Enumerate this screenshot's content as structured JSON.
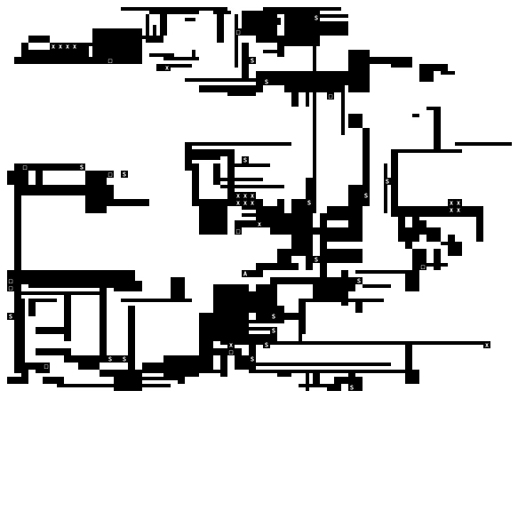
{
  "colors": {
    "background": "#ffffff",
    "wall": "#000000",
    "marker": "#ffffff"
  },
  "glyphs": {
    "stair": "S",
    "door": "A",
    "cross": "x",
    "box": "□"
  },
  "map": {
    "cell_size": 4,
    "walls": [
      [
        34,
        2,
        30,
        1
      ],
      [
        74,
        2,
        22,
        1
      ],
      [
        42,
        3,
        14,
        1
      ],
      [
        60,
        3,
        5,
        1
      ],
      [
        68,
        3,
        16,
        1
      ],
      [
        84,
        3,
        6,
        1
      ],
      [
        86,
        4,
        12,
        1
      ],
      [
        41,
        4,
        1,
        7
      ],
      [
        45,
        4,
        2,
        6
      ],
      [
        52,
        5,
        3,
        1
      ],
      [
        61,
        4,
        2,
        8
      ],
      [
        66,
        4,
        1,
        15
      ],
      [
        68,
        4,
        10,
        6
      ],
      [
        73,
        5,
        6,
        2
      ],
      [
        80,
        4,
        10,
        9
      ],
      [
        90,
        6,
        8,
        4
      ],
      [
        40,
        10,
        6,
        1
      ],
      [
        41,
        11,
        5,
        1
      ],
      [
        43,
        7,
        1,
        3
      ],
      [
        8,
        10,
        6,
        2
      ],
      [
        26,
        8,
        14,
        10
      ],
      [
        14,
        12,
        12,
        1
      ],
      [
        6,
        12,
        2,
        5
      ],
      [
        8,
        14,
        14,
        2
      ],
      [
        4,
        16,
        22,
        2
      ],
      [
        22,
        12,
        3,
        6
      ],
      [
        42,
        15,
        7,
        1
      ],
      [
        46,
        16,
        10,
        1
      ],
      [
        54,
        14,
        1,
        3
      ],
      [
        48,
        18,
        6,
        1
      ],
      [
        44,
        18,
        2,
        2
      ],
      [
        66,
        14,
        1,
        4
      ],
      [
        68,
        12,
        2,
        10
      ],
      [
        72,
        10,
        10,
        2
      ],
      [
        74,
        14,
        6,
        1
      ],
      [
        78,
        12,
        2,
        4
      ],
      [
        88,
        10,
        1,
        50
      ],
      [
        98,
        14,
        6,
        12
      ],
      [
        104,
        16,
        12,
        2
      ],
      [
        110,
        16,
        6,
        3
      ],
      [
        118,
        18,
        8,
        2
      ],
      [
        124,
        20,
        4,
        1
      ],
      [
        118,
        20,
        4,
        3
      ],
      [
        72,
        20,
        28,
        4
      ],
      [
        52,
        22,
        20,
        1
      ],
      [
        56,
        24,
        18,
        2
      ],
      [
        64,
        26,
        8,
        1
      ],
      [
        80,
        24,
        16,
        2
      ],
      [
        96,
        24,
        1,
        14
      ],
      [
        82,
        26,
        2,
        4
      ],
      [
        86,
        26,
        1,
        4
      ],
      [
        98,
        32,
        4,
        4
      ],
      [
        102,
        36,
        2,
        20
      ],
      [
        116,
        32,
        2,
        1
      ],
      [
        120,
        30,
        4,
        1
      ],
      [
        122,
        31,
        2,
        12
      ],
      [
        110,
        42,
        20,
        1
      ],
      [
        128,
        40,
        16,
        1
      ],
      [
        110,
        43,
        2,
        18
      ],
      [
        108,
        46,
        1,
        14
      ],
      [
        52,
        40,
        2,
        8
      ],
      [
        52,
        40,
        30,
        1
      ],
      [
        54,
        42,
        10,
        2
      ],
      [
        54,
        44,
        8,
        1
      ],
      [
        54,
        46,
        2,
        12
      ],
      [
        60,
        46,
        2,
        6
      ],
      [
        64,
        42,
        2,
        14
      ],
      [
        66,
        46,
        10,
        1
      ],
      [
        62,
        50,
        12,
        1
      ],
      [
        62,
        52,
        18,
        1
      ],
      [
        66,
        54,
        6,
        1
      ],
      [
        64,
        56,
        2,
        2
      ],
      [
        56,
        56,
        8,
        10
      ],
      [
        68,
        56,
        6,
        3
      ],
      [
        74,
        58,
        6,
        2
      ],
      [
        78,
        56,
        2,
        10
      ],
      [
        82,
        56,
        4,
        16
      ],
      [
        86,
        50,
        2,
        26
      ],
      [
        68,
        60,
        18,
        1
      ],
      [
        72,
        58,
        4,
        4
      ],
      [
        66,
        62,
        20,
        2
      ],
      [
        76,
        60,
        6,
        6
      ],
      [
        84,
        60,
        2,
        8
      ],
      [
        88,
        64,
        12,
        2
      ],
      [
        90,
        66,
        12,
        2
      ],
      [
        90,
        70,
        12,
        2
      ],
      [
        88,
        72,
        14,
        2
      ],
      [
        92,
        58,
        10,
        4
      ],
      [
        90,
        60,
        2,
        20
      ],
      [
        98,
        52,
        6,
        6
      ],
      [
        98,
        60,
        4,
        8
      ],
      [
        112,
        58,
        24,
        3
      ],
      [
        112,
        58,
        2,
        10
      ],
      [
        114,
        66,
        2,
        4
      ],
      [
        116,
        60,
        2,
        8
      ],
      [
        118,
        62,
        2,
        4
      ],
      [
        120,
        64,
        4,
        4
      ],
      [
        124,
        68,
        6,
        1
      ],
      [
        126,
        66,
        2,
        6
      ],
      [
        128,
        68,
        2,
        4
      ],
      [
        116,
        70,
        4,
        6
      ],
      [
        122,
        70,
        2,
        6
      ],
      [
        118,
        74,
        8,
        1
      ],
      [
        130,
        58,
        6,
        2
      ],
      [
        134,
        60,
        2,
        8
      ],
      [
        114,
        64,
        6,
        2
      ],
      [
        4,
        46,
        20,
        2
      ],
      [
        2,
        48,
        6,
        4
      ],
      [
        10,
        48,
        2,
        6
      ],
      [
        4,
        52,
        24,
        3
      ],
      [
        24,
        48,
        6,
        12
      ],
      [
        28,
        52,
        4,
        6
      ],
      [
        30,
        56,
        12,
        2
      ],
      [
        4,
        55,
        2,
        50
      ],
      [
        2,
        76,
        18,
        4
      ],
      [
        20,
        76,
        18,
        3
      ],
      [
        26,
        78,
        10,
        3
      ],
      [
        34,
        79,
        6,
        1
      ],
      [
        8,
        79,
        20,
        2
      ],
      [
        4,
        82,
        26,
        1
      ],
      [
        6,
        84,
        1,
        20
      ],
      [
        8,
        84,
        8,
        1
      ],
      [
        8,
        85,
        2,
        4
      ],
      [
        18,
        82,
        2,
        14
      ],
      [
        10,
        92,
        10,
        2
      ],
      [
        28,
        80,
        2,
        22
      ],
      [
        32,
        80,
        8,
        2
      ],
      [
        34,
        84,
        20,
        1
      ],
      [
        36,
        86,
        2,
        18
      ],
      [
        48,
        78,
        4,
        7
      ],
      [
        60,
        80,
        10,
        14
      ],
      [
        66,
        82,
        12,
        4
      ],
      [
        72,
        80,
        6,
        10
      ],
      [
        66,
        86,
        14,
        2
      ],
      [
        62,
        90,
        18,
        1
      ],
      [
        64,
        92,
        12,
        1
      ],
      [
        56,
        88,
        4,
        16
      ],
      [
        58,
        92,
        20,
        1
      ],
      [
        60,
        94,
        18,
        2
      ],
      [
        76,
        88,
        8,
        2
      ],
      [
        84,
        84,
        2,
        10
      ],
      [
        86,
        84,
        22,
        1
      ],
      [
        88,
        78,
        12,
        4
      ],
      [
        88,
        82,
        10,
        2
      ],
      [
        96,
        76,
        2,
        10
      ],
      [
        100,
        76,
        18,
        1
      ],
      [
        114,
        76,
        4,
        6
      ],
      [
        102,
        80,
        8,
        1
      ],
      [
        100,
        84,
        2,
        4
      ],
      [
        72,
        74,
        12,
        2
      ],
      [
        78,
        70,
        4,
        6
      ],
      [
        70,
        76,
        4,
        2
      ],
      [
        76,
        78,
        14,
        2
      ],
      [
        76,
        80,
        2,
        6
      ],
      [
        62,
        96,
        76,
        1
      ],
      [
        84,
        86,
        1,
        10
      ],
      [
        60,
        98,
        6,
        2
      ],
      [
        62,
        100,
        2,
        6
      ],
      [
        66,
        98,
        2,
        6
      ],
      [
        68,
        100,
        2,
        4
      ],
      [
        70,
        94,
        2,
        10
      ],
      [
        70,
        102,
        40,
        1
      ],
      [
        70,
        104,
        30,
        1
      ],
      [
        78,
        104,
        4,
        2
      ],
      [
        88,
        104,
        2,
        4
      ],
      [
        84,
        108,
        12,
        1
      ],
      [
        86,
        104,
        1,
        6
      ],
      [
        98,
        104,
        2,
        6
      ],
      [
        100,
        104,
        14,
        1
      ],
      [
        114,
        96,
        2,
        8
      ],
      [
        114,
        104,
        4,
        4
      ],
      [
        6,
        102,
        2,
        6
      ],
      [
        2,
        106,
        4,
        2
      ],
      [
        8,
        102,
        4,
        2
      ],
      [
        10,
        98,
        6,
        2
      ],
      [
        16,
        98,
        4,
        2
      ],
      [
        18,
        100,
        6,
        2
      ],
      [
        22,
        102,
        6,
        2
      ],
      [
        28,
        104,
        12,
        2
      ],
      [
        22,
        100,
        12,
        2
      ],
      [
        32,
        104,
        8,
        6
      ],
      [
        40,
        102,
        6,
        2
      ],
      [
        38,
        106,
        10,
        1
      ],
      [
        46,
        100,
        10,
        6
      ],
      [
        54,
        102,
        4,
        2
      ],
      [
        56,
        104,
        6,
        1
      ],
      [
        10,
        104,
        4,
        1
      ],
      [
        12,
        106,
        6,
        2
      ],
      [
        16,
        108,
        32,
        1
      ],
      [
        50,
        104,
        2,
        4
      ],
      [
        94,
        106,
        4,
        2
      ],
      [
        92,
        108,
        4,
        2
      ],
      [
        100,
        106,
        2,
        4
      ],
      [
        98,
        107,
        4,
        1
      ],
      [
        88,
        108,
        4,
        1
      ],
      [
        36,
        104,
        12,
        1
      ],
      [
        44,
        106,
        8,
        1
      ]
    ],
    "markers": [
      {
        "type": "stair",
        "c": 88,
        "r": 4
      },
      {
        "type": "box",
        "c": 66,
        "r": 8
      },
      {
        "type": "cross",
        "c": 14,
        "r": 12
      },
      {
        "type": "cross",
        "c": 16,
        "r": 12
      },
      {
        "type": "cross",
        "c": 18,
        "r": 12
      },
      {
        "type": "cross",
        "c": 20,
        "r": 12
      },
      {
        "type": "box",
        "c": 30,
        "r": 16
      },
      {
        "type": "cross",
        "c": 46,
        "r": 18
      },
      {
        "type": "stair",
        "c": 70,
        "r": 16
      },
      {
        "type": "stair",
        "c": 74,
        "r": 22
      },
      {
        "type": "box",
        "c": 92,
        "r": 26
      },
      {
        "type": "box",
        "c": 6,
        "r": 46
      },
      {
        "type": "stair",
        "c": 22,
        "r": 46
      },
      {
        "type": "box",
        "c": 30,
        "r": 48
      },
      {
        "type": "stair",
        "c": 34,
        "r": 48
      },
      {
        "type": "stair",
        "c": 68,
        "r": 44
      },
      {
        "type": "cross",
        "c": 66,
        "r": 54
      },
      {
        "type": "cross",
        "c": 68,
        "r": 54
      },
      {
        "type": "cross",
        "c": 70,
        "r": 54
      },
      {
        "type": "cross",
        "c": 66,
        "r": 56
      },
      {
        "type": "cross",
        "c": 68,
        "r": 56
      },
      {
        "type": "cross",
        "c": 70,
        "r": 56
      },
      {
        "type": "box",
        "c": 66,
        "r": 64
      },
      {
        "type": "cross",
        "c": 72,
        "r": 62
      },
      {
        "type": "stair",
        "c": 86,
        "r": 56
      },
      {
        "type": "stair",
        "c": 102,
        "r": 54
      },
      {
        "type": "stair",
        "c": 108,
        "r": 50
      },
      {
        "type": "cross",
        "c": 126,
        "r": 56
      },
      {
        "type": "cross",
        "c": 128,
        "r": 56
      },
      {
        "type": "cross",
        "c": 126,
        "r": 58
      },
      {
        "type": "cross",
        "c": 128,
        "r": 58
      },
      {
        "type": "stair",
        "c": 88,
        "r": 72
      },
      {
        "type": "stair",
        "c": 100,
        "r": 78
      },
      {
        "type": "box",
        "c": 118,
        "r": 74
      },
      {
        "type": "door",
        "c": 68,
        "r": 76
      },
      {
        "type": "box",
        "c": 2,
        "r": 78
      },
      {
        "type": "box",
        "c": 2,
        "r": 80
      },
      {
        "type": "stair",
        "c": 2,
        "r": 88
      },
      {
        "type": "stair",
        "c": 76,
        "r": 88
      },
      {
        "type": "stair",
        "c": 76,
        "r": 92
      },
      {
        "type": "stair",
        "c": 74,
        "r": 96
      },
      {
        "type": "cross",
        "c": 64,
        "r": 96
      },
      {
        "type": "cross",
        "c": 136,
        "r": 96
      },
      {
        "type": "box",
        "c": 64,
        "r": 98
      },
      {
        "type": "box",
        "c": 12,
        "r": 102
      },
      {
        "type": "stair",
        "c": 30,
        "r": 100
      },
      {
        "type": "stair",
        "c": 34,
        "r": 100
      },
      {
        "type": "stair",
        "c": 70,
        "r": 100
      },
      {
        "type": "stair",
        "c": 98,
        "r": 108
      }
    ]
  }
}
